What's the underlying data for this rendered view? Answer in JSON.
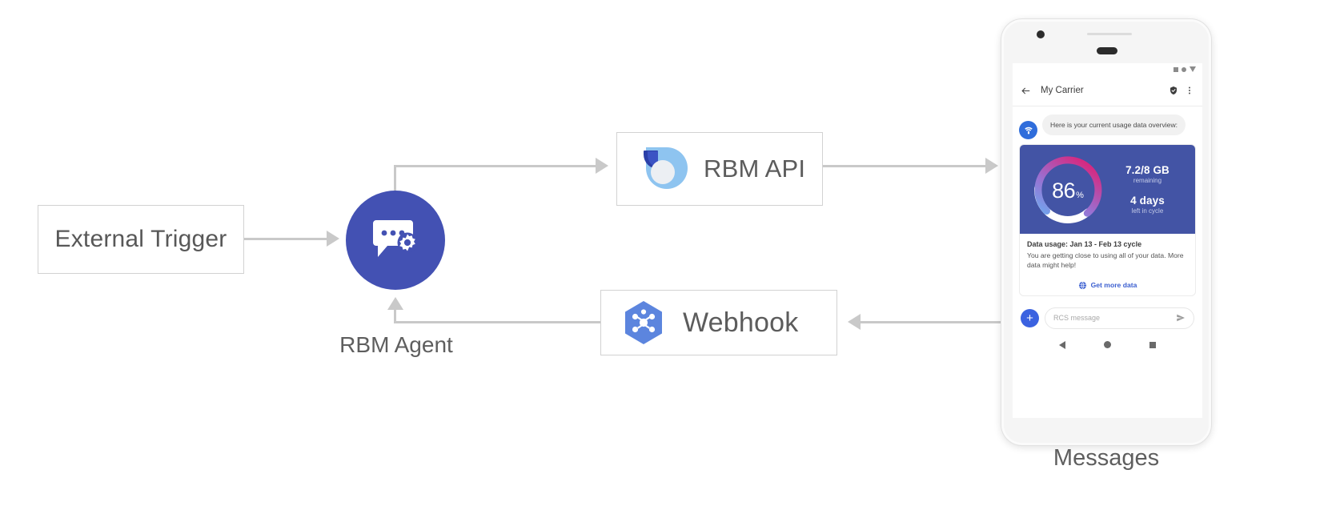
{
  "diagram": {
    "nodes": {
      "external_trigger": {
        "label": "External Trigger"
      },
      "rbm_agent": {
        "label": "RBM Agent",
        "icon": "chat-gear-icon"
      },
      "rbm_api": {
        "label": "RBM API",
        "icon": "rbm-api-logo-icon"
      },
      "webhook": {
        "label": "Webhook",
        "icon": "google-cloud-pubsub-hexagon-icon"
      },
      "messages": {
        "label": "Messages"
      }
    },
    "colors": {
      "agent_circle": "#4351b3",
      "connector": "#c9c9c9",
      "card_hero": "#4354a5",
      "accent_blue": "#3b62e0",
      "gauge_pink": "#d6287f",
      "gauge_light_blue": "#6fa8ef"
    }
  },
  "phone": {
    "statusbar": {
      "icons": [
        "square-icon",
        "circle-icon",
        "triangle-down-icon"
      ]
    },
    "appbar": {
      "back_icon": "arrow-left-icon",
      "title": "My Carrier",
      "verified_icon": "shield-check-icon",
      "overflow_icon": "more-vert-icon"
    },
    "conversation": {
      "avatar_icon": "carrier-wifi-icon",
      "incoming_message": "Here is your current usage data overview:"
    },
    "rich_card": {
      "gauge": {
        "value": "86",
        "symbol": "%",
        "percent": 86
      },
      "stats": [
        {
          "big": "7.2/8 GB",
          "small": "remaining"
        },
        {
          "big": "4 days",
          "small": "left in cycle"
        }
      ],
      "title": "Data usage: Jan 13 - Feb 13 cycle",
      "description": "You are getting close to using all of your data. More data might help!",
      "action": {
        "icon": "globe-icon",
        "label": "Get more data"
      }
    },
    "composer": {
      "add_icon": "plus-icon",
      "placeholder": "RCS message",
      "send_icon": "send-icon"
    },
    "navbar": {
      "back_icon": "nav-back-icon",
      "home_icon": "nav-home-icon",
      "recents_icon": "nav-recents-icon"
    }
  }
}
